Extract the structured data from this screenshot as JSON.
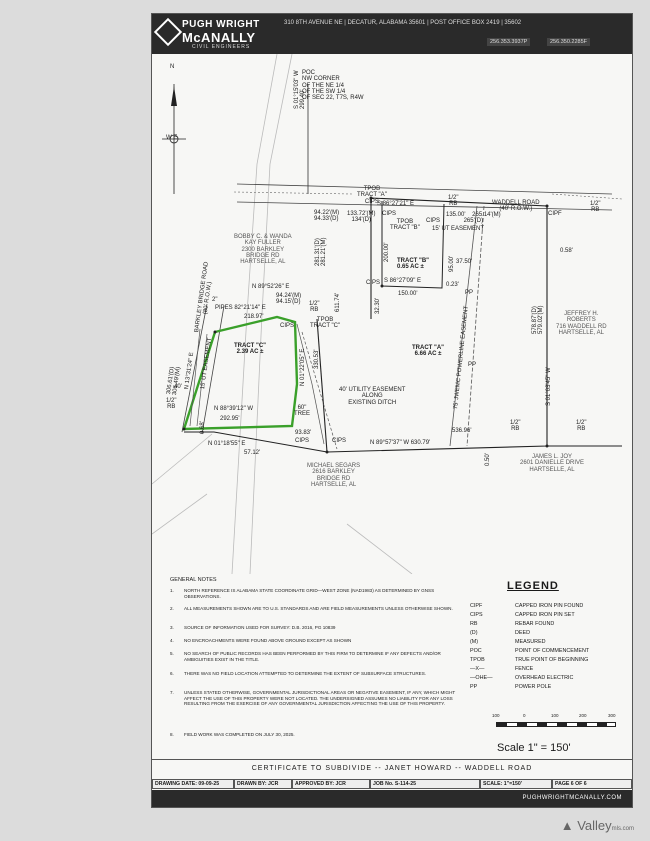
{
  "header": {
    "firm_line1": "PUGH WRIGHT",
    "firm_line2": "McANALLY",
    "firm_line3": "CIVIL ENGINEERS",
    "address": "310 8TH AVENUE NE  |  DECATUR, ALABAMA 35601  |  POST OFFICE BOX 2419  |  35602",
    "phone": "256.353.3937P",
    "fax": "256.350.2285F"
  },
  "map": {
    "north": "N",
    "compass_we": "W  E",
    "poc_label": "POC\nNW CORNER\nOF THE NE 1/4\nOF THE SW 1/4\nOF SEC 22, T7S, R4W",
    "bearing_poc": "S 01°15'03\" W\n299.40'",
    "tpob_a": "TPOB\nTRACT \"A\"\nCIPS",
    "top_bearing": "S 86°27'21\" E",
    "rb_half_1": "1/2\"\nRB",
    "waddell_road": "WADDELL ROAD\n(40' R.O.W.)",
    "cipf": "CIPF",
    "rb_half_2": "1/2\"\nRB",
    "road_dims": "135.00'    265.14'(M)\n265'(D)",
    "dim_94": "94.22'(M)\n94.33'(D)",
    "dim_133": "133.72'(M)\n134'(D)",
    "cips_1": "CIPS",
    "tpob_b": "TPOB\nTRACT \"B\"",
    "cips_2": "CIPS",
    "util_15": "15' UT EASEMENT",
    "dim_058": "0.58'",
    "owner_fuller": "BOBBY C. & WANDA\nKAY FULLER\n2300 BARKLEY\nBRIDGE RD\nHARTSELLE, AL",
    "dim_281": "281.31'(D)\n281.21'(M)",
    "dim_611": "611.74'",
    "dim_200": "200.00'",
    "tract_b": "TRACT \"B\"\n0.65 AC ±",
    "dim_95": "95.00'",
    "dim_3750": "37.50'",
    "bearing_b": "S 86°27'09\" E",
    "dim_023": "0.23'",
    "cips_3": "CIPS",
    "dim_150": "150.00'",
    "dim_3230": "32.30'",
    "bearing_89": "N 89°52'26\" E",
    "dim_9424": "94.24'(M)\n94.15'(D)",
    "rb_half_3": "1/2\"\nRB",
    "pipe_2": "2\"",
    "pipe_bearing": "PIPES 82°21'14\" E",
    "dim_218": "218.97'",
    "cips_4": "CIPS",
    "tpob_c": "TPOB\nTRACT \"C\"",
    "owner_roberts": "JEFFREY H.\nROBERTS\n716 WADDELL RD\nHARTSELLE, AL",
    "dim_578": "578.87'(D)\n579.02'(M)",
    "bearing_east": "S 01°03'45\" W",
    "barkley_road": "BARKLEY BRIDGE ROAD\n(80' R.O.W.)",
    "dim_306": "306.61'(D)\n306.49'(M)",
    "bearing_west": "N 13°31'24\" E",
    "util_east_west": "15' UT EASEMENT",
    "tract_c": "TRACT \"C\"\n2.39 AC ±",
    "dim_40": "40'",
    "tract_a": "TRACT \"A\"\n6.66 AC ±",
    "bearing_center": "N 01°22'05\" E",
    "dim_330": "330.53'",
    "powerline": "75' JWEMC POWERLINE EASEMENT",
    "pp_1": "PP",
    "pp_2": "PP",
    "util_40": "40' UTILITY EASEMENT\nALONG\nEXISTING DITCH",
    "rb_half_4": "1/2\"\nRB",
    "bearing_bottom_c": "N 88°39'12\" W",
    "dim_292": "292.95'",
    "tree": "60\"\nTREE",
    "dim_068": "0.68'",
    "bearing_01": "N 01°18'55\" E",
    "dim_5712": "57.12'",
    "dim_9383": "93.83'",
    "cips_5": "CIPS",
    "cips_6": "CIPS",
    "bearing_bottom": "N 89°57'37\" W   630.79'",
    "dim_536": "536.96'",
    "rb_half_5": "1/2\"\nRB",
    "rb_half_6": "1/2\"\nRB",
    "dim_050": "0.50'",
    "owner_segars": "MICHAEL SEGARS\n2616 BARKLEY\nBRIDGE RD\nHARTSELLE, AL",
    "owner_joy": "JAMES L. JOY\n2601 DANIELLE DRIVE\nHARTSELLE, AL"
  },
  "notes": {
    "title": "GENERAL NOTES",
    "items": [
      {
        "n": "1.",
        "t": "NORTH REFERENCE IS ALABAMA STATE COORDINATE GRID—WEST ZONE (NAD1983) AS DETERMINED BY GNSS OBSERVATIONS."
      },
      {
        "n": "2.",
        "t": "ALL MEASUREMENTS SHOWN ARE TO U.S. STANDARDS AND ARE FIELD MEASUREMENTS UNLESS OTHERWISE SHOWN."
      },
      {
        "n": "3.",
        "t": "SOURCE OF INFORMATION USED FOR SURVEY: D.B. 2016, PG 10839"
      },
      {
        "n": "4.",
        "t": "NO ENCROACHMENTS WERE FOUND ABOVE GROUND EXCEPT AS SHOWN"
      },
      {
        "n": "5.",
        "t": "NO SEARCH OF PUBLIC RECORDS HAS BEEN PERFORMED BY THIS FIRM TO DETERMINE IF ANY DEFECTS AND/OR AMBIGUITIES EXIST IN THE TITLE."
      },
      {
        "n": "6.",
        "t": "THERE WAS NO FIELD LOCATION ATTEMPTED TO DETERMINE THE EXTENT OF SUBSURFACE STRUCTURES."
      },
      {
        "n": "7.",
        "t": "UNLESS STATED OTHERWISE, GOVERNMENTAL JURISDICTIONAL AREAS OR NEGATIVE EASEMENT, IF ANY, WHICH MIGHT AFFECT THE USE OF THIS PROPERTY WERE NOT LOCATED. THE UNDERSIGNED ASSUMES NO LIABILITY FOR ANY LOSS RESULTING FROM THE EXERCISE OF ANY GOVERNMENTAL JURISDICTION AFFECTING THE USE OF THIS PROPERTY."
      },
      {
        "n": "8.",
        "t": "FIELD WORK WAS COMPLETED ON JULY 30, 2025."
      }
    ]
  },
  "legend": {
    "title": "LEGEND",
    "items": [
      {
        "code": "CIPF",
        "desc": "CAPPED IRON PIN FOUND"
      },
      {
        "code": "CIPS",
        "desc": "CAPPED IRON PIN SET"
      },
      {
        "code": "RB",
        "desc": "REBAR FOUND"
      },
      {
        "code": "(D)",
        "desc": "DEED"
      },
      {
        "code": "(M)",
        "desc": "MEASURED"
      },
      {
        "code": "POC",
        "desc": "POINT OF COMMENCEMENT"
      },
      {
        "code": "TPOB",
        "desc": "TRUE POINT OF BEGINNING"
      },
      {
        "code": "—X—",
        "desc": "FENCE"
      },
      {
        "code": "—OHE—",
        "desc": "OVERHEAD ELECTRIC"
      },
      {
        "code": "PP",
        "desc": "POWER POLE"
      }
    ]
  },
  "scale": {
    "ticks": [
      "100",
      "0",
      "100",
      "200",
      "300"
    ],
    "text": "Scale 1\" = 150'"
  },
  "title_block": {
    "title": "CERTIFICATE TO SUBDIVIDE -- JANET HOWARD -- WADDELL ROAD",
    "drawing_date": "DRAWING DATE: 09-09-25",
    "drawn_by": "DRAWN BY: JCR",
    "approved_by": "APPROVED BY: JCR",
    "job_no": "JOB No. S-114-25",
    "scale": "SCALE: 1\"=150'",
    "page": "PAGE 6 OF 6",
    "website": "PUGHWRIGHTMCANALLY.COM"
  },
  "watermark": {
    "brand": "Valley",
    "sub": "mls.com"
  }
}
